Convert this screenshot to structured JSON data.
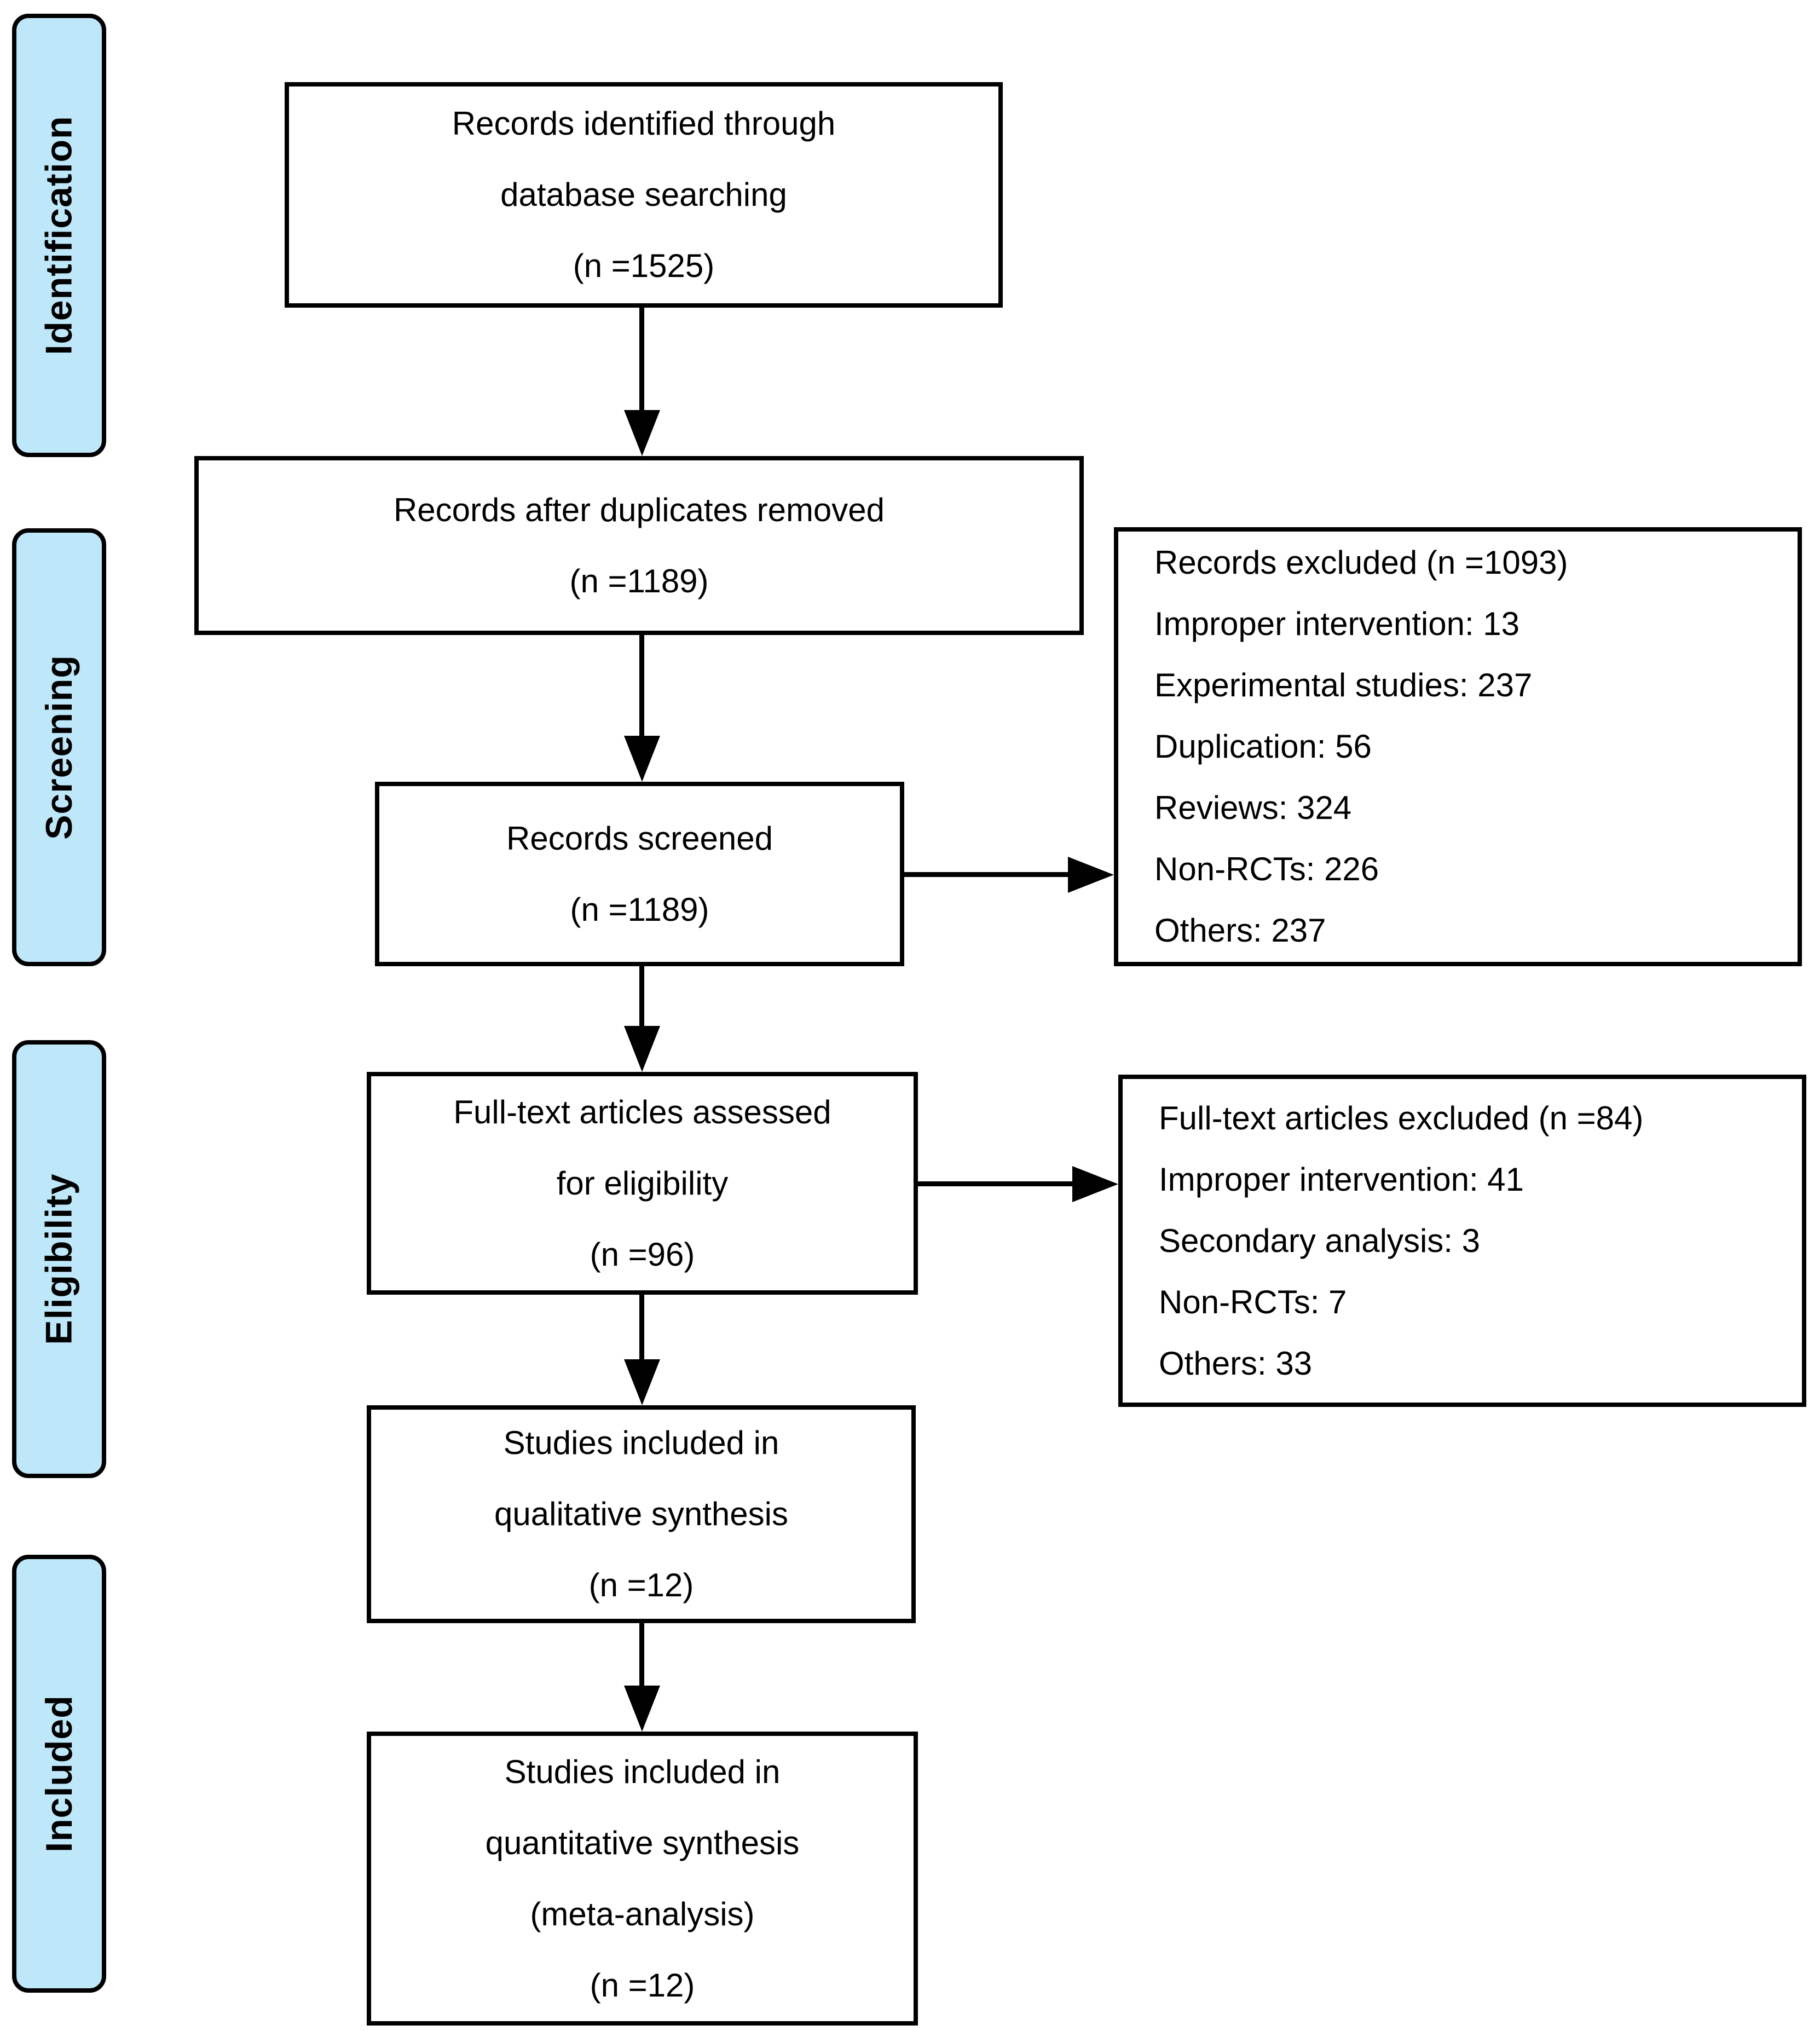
{
  "figure": {
    "type": "PRISMA flow diagram"
  },
  "colors": {
    "stage_fill": "#bfe7fa",
    "box_fill": "#ffffff",
    "border": "#000000"
  },
  "stages": [
    {
      "label": "Identification"
    },
    {
      "label": "Screening"
    },
    {
      "label": "Eligibility"
    },
    {
      "label": "Included"
    }
  ],
  "flow_boxes": [
    {
      "name": "records-identified",
      "lines": [
        "Records identified through",
        "database searching",
        "(n =1525)"
      ]
    },
    {
      "name": "records-after-duplicates",
      "lines": [
        "Records after duplicates removed",
        "(n =1189)"
      ]
    },
    {
      "name": "records-screened",
      "lines": [
        "Records screened",
        "(n =1189)"
      ]
    },
    {
      "name": "fulltext-assessed",
      "lines": [
        "Full-text articles assessed",
        "for eligibility",
        "(n =96)"
      ]
    },
    {
      "name": "qualitative-included",
      "lines": [
        "Studies included in",
        "qualitative synthesis",
        "(n =12)"
      ]
    },
    {
      "name": "quantitative-included",
      "lines": [
        "Studies included in",
        "quantitative synthesis",
        "(meta-analysis)",
        "(n =12)"
      ]
    }
  ],
  "side_boxes": [
    {
      "name": "records-excluded",
      "lines": [
        "Records excluded (n =1093)",
        "Improper intervention: 13",
        "Experimental studies: 237",
        "Duplication: 56",
        "Reviews: 324",
        "Non-RCTs: 226",
        "Others: 237"
      ]
    },
    {
      "name": "fulltext-excluded",
      "lines": [
        "Full-text articles excluded (n =84)",
        "Improper intervention: 41",
        "Secondary analysis: 3",
        "Non-RCTs: 7",
        "Others: 33"
      ]
    }
  ]
}
